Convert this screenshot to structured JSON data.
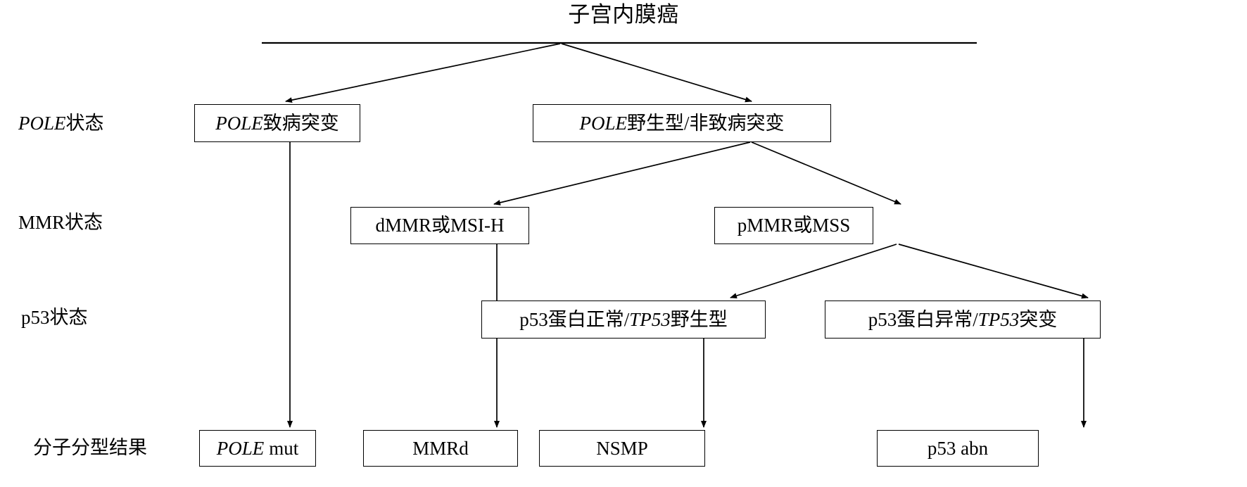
{
  "diagram": {
    "title": "子宫内膜癌",
    "type": "flowchart",
    "orientation": "top-down",
    "line_color": "#000000",
    "box_border_color": "#000000",
    "background_color": "#ffffff",
    "row_labels": [
      {
        "id": "row-pole",
        "gene": "POLE",
        "suffix": "状态",
        "full": "POLE状态"
      },
      {
        "id": "row-mmr",
        "gene": "MMR",
        "suffix": "状态",
        "full": "MMR状态"
      },
      {
        "id": "row-p53",
        "gene": "p53",
        "suffix": "状态",
        "full": "p53状态"
      },
      {
        "id": "row-result",
        "gene": "",
        "suffix": "分子分型结果",
        "full": "分子分型结果"
      }
    ],
    "nodes": {
      "pole_mut": {
        "italic_prefix": "POLE",
        "text": "致病突变",
        "full": "POLE致病突变"
      },
      "pole_wt": {
        "italic_prefix": "POLE",
        "text": "野生型/非致病突变",
        "full": "POLE野生型/非致病突变"
      },
      "dmmr": {
        "italic_prefix": "",
        "text": "dMMR或MSI-H",
        "full": "dMMR或MSI-H"
      },
      "pmmr": {
        "italic_prefix": "",
        "text": "pMMR或MSS",
        "full": "pMMR或MSS"
      },
      "p53_normal": {
        "pre": "p53蛋白正常/",
        "italic": "TP53",
        "post": "野生型",
        "full": "p53蛋白正常/TP53野生型"
      },
      "p53_abnormal": {
        "pre": "p53蛋白异常/",
        "italic": "TP53",
        "post": "突变",
        "full": "p53蛋白异常/TP53突变"
      },
      "res_pole": {
        "italic_prefix": "POLE",
        "text": "mut",
        "full": "POLE mut"
      },
      "res_mmrd": {
        "italic_prefix": "",
        "text": "MMRd",
        "full": "MMRd"
      },
      "res_nsmp": {
        "italic_prefix": "",
        "text": "NSMP",
        "full": "NSMP"
      },
      "res_p53abn": {
        "italic_prefix": "",
        "text": "p53 abn",
        "full": "p53 abn"
      }
    }
  }
}
